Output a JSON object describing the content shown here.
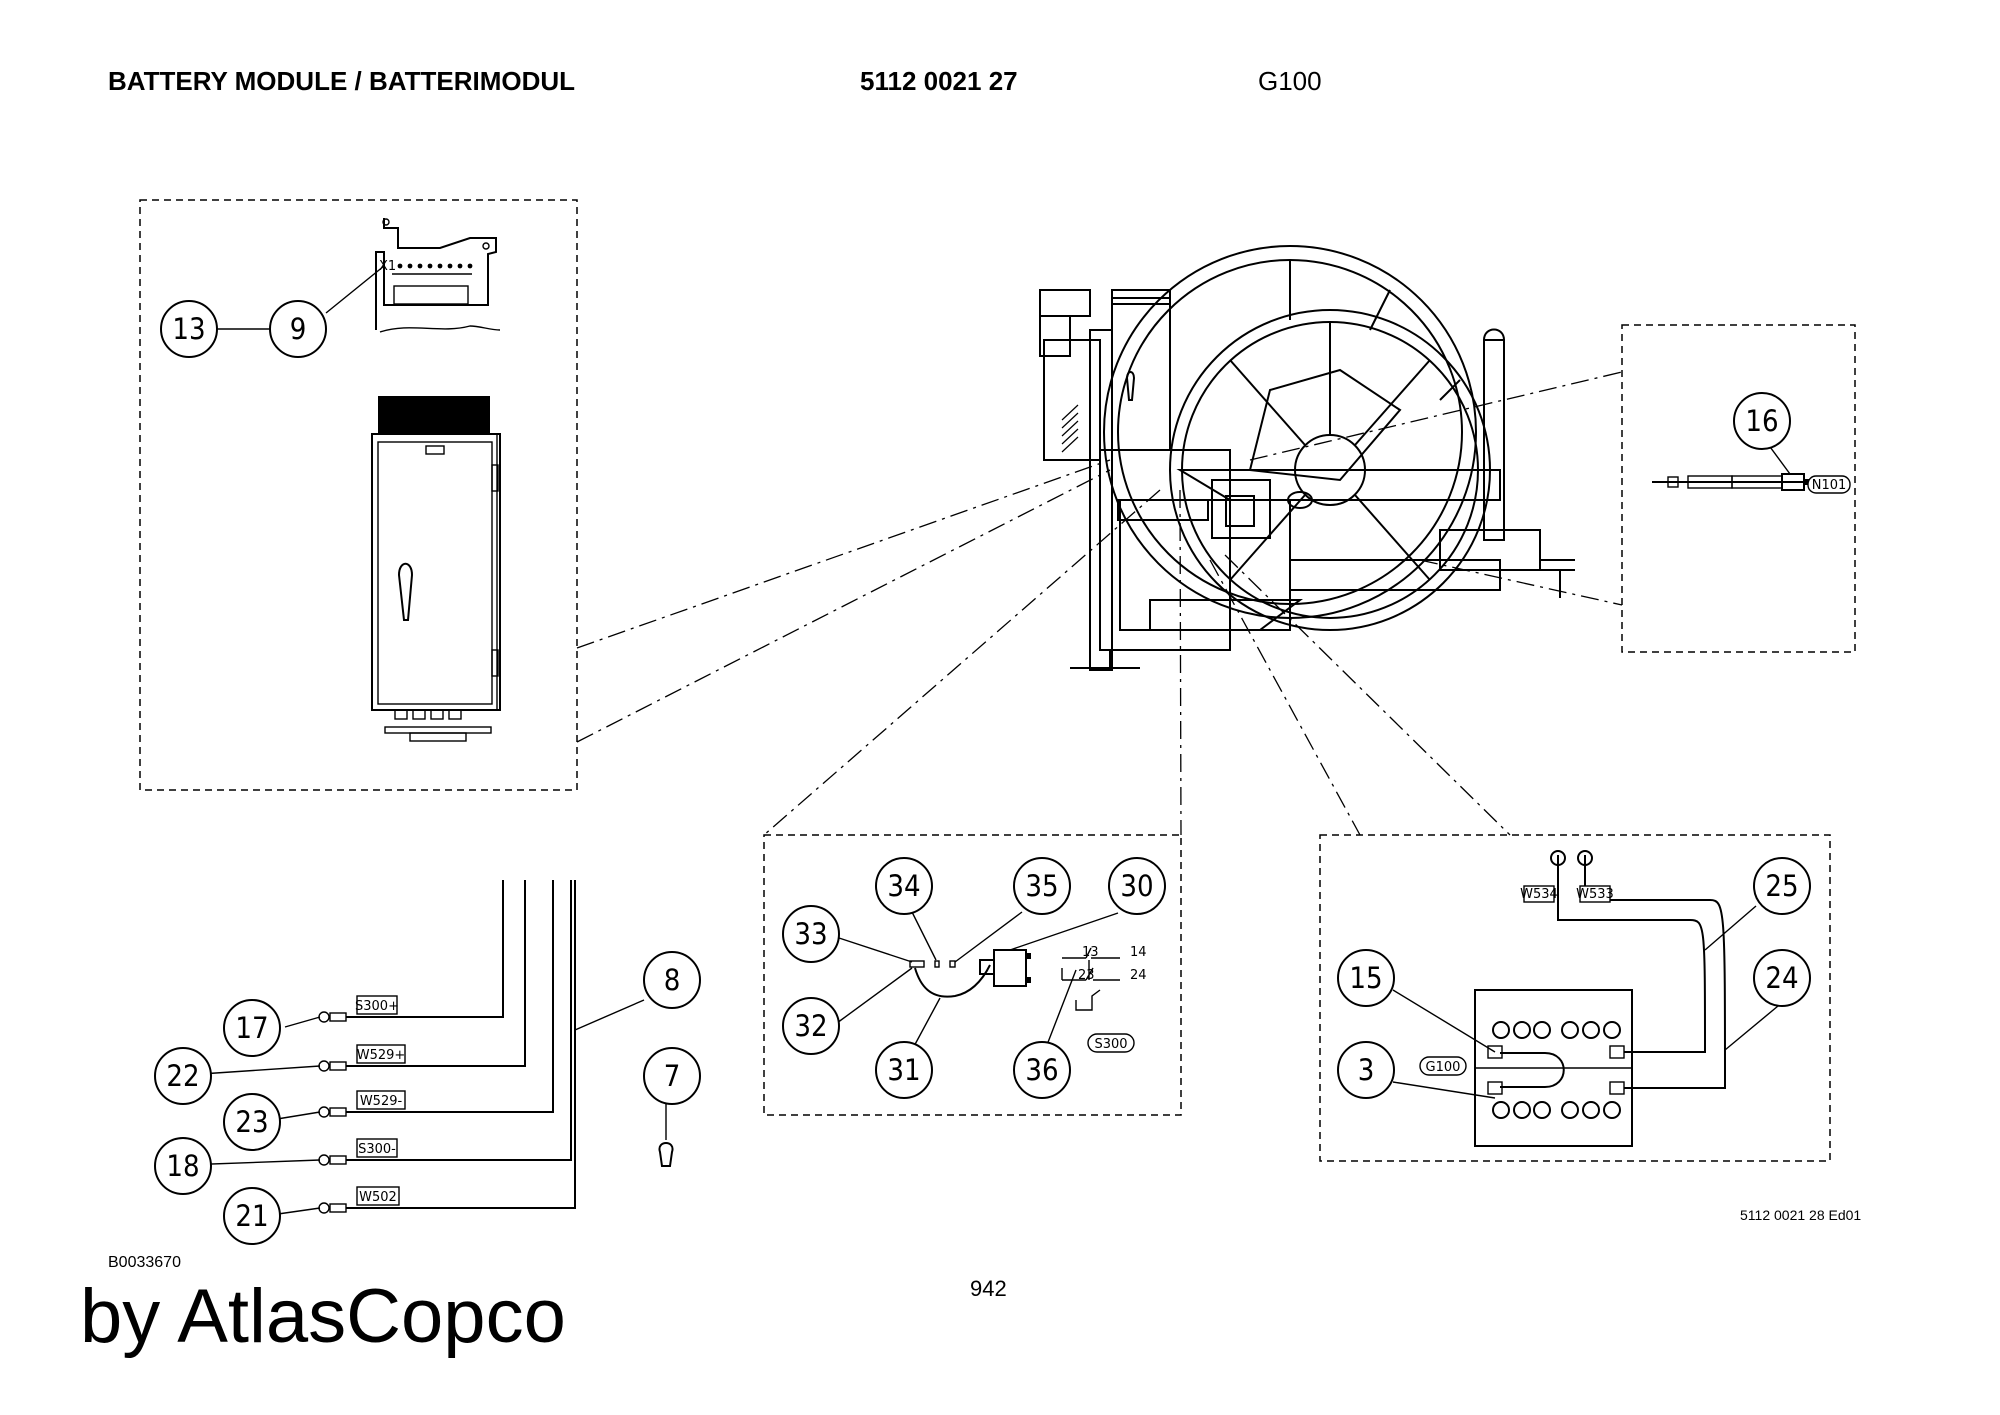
{
  "header": {
    "title": "BATTERY MODULE / BATTERIMODUL",
    "part_number": "5112 0021 27",
    "model": "G100"
  },
  "footer": {
    "drawing_code": "B0033670",
    "reference_code": "5112 0021 28 Ed01",
    "page_number": "942",
    "brand": "by AtlasCopco"
  },
  "callouts": {
    "c13": "13",
    "c9": "9",
    "c16": "16",
    "c8": "8",
    "c7": "7",
    "c17": "17",
    "c22": "22",
    "c23": "23",
    "c18": "18",
    "c21": "21",
    "c33": "33",
    "c34": "34",
    "c35": "35",
    "c30": "30",
    "c32": "32",
    "c31": "31",
    "c36": "36",
    "c25": "25",
    "c15": "15",
    "c24": "24",
    "c3": "3"
  },
  "labels": {
    "x1": "X1",
    "n101": "N101",
    "s300_plus": "S300+",
    "w529_plus": "W529+",
    "w529_minus": "W529-",
    "s300_minus": "S300-",
    "w502": "W502",
    "s300": "S300",
    "contact_13": "13",
    "contact_14": "14",
    "contact_23": "23",
    "contact_24": "24",
    "w534": "W534",
    "w533": "W533",
    "g100_battery": "G100"
  }
}
